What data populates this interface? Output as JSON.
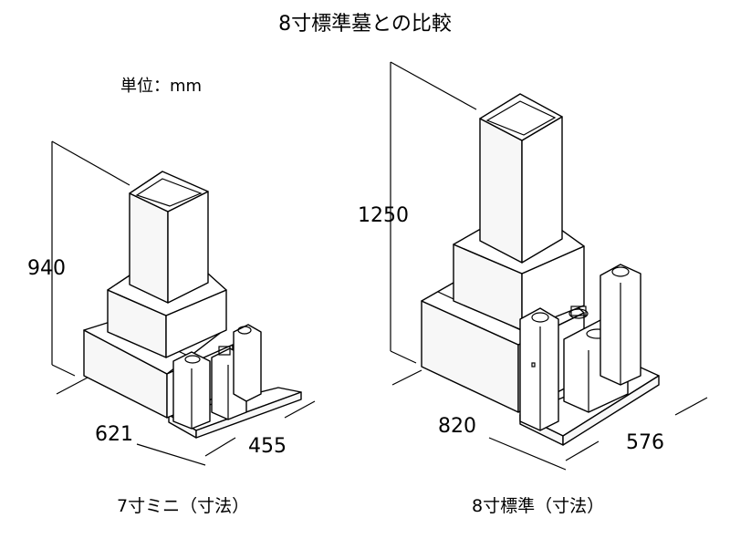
{
  "title": "8寸標準墓との比較",
  "unit_label": "単位：mm",
  "mini": {
    "caption": "7寸ミニ（寸法）",
    "height": "940",
    "width": "621",
    "depth": "455"
  },
  "standard": {
    "caption": "8寸標準（寸法）",
    "height": "1250",
    "width": "820",
    "depth": "576"
  },
  "colors": {
    "outline": "#000000",
    "face_light": "#ffffff",
    "face_shade": "#f7f7f7"
  }
}
